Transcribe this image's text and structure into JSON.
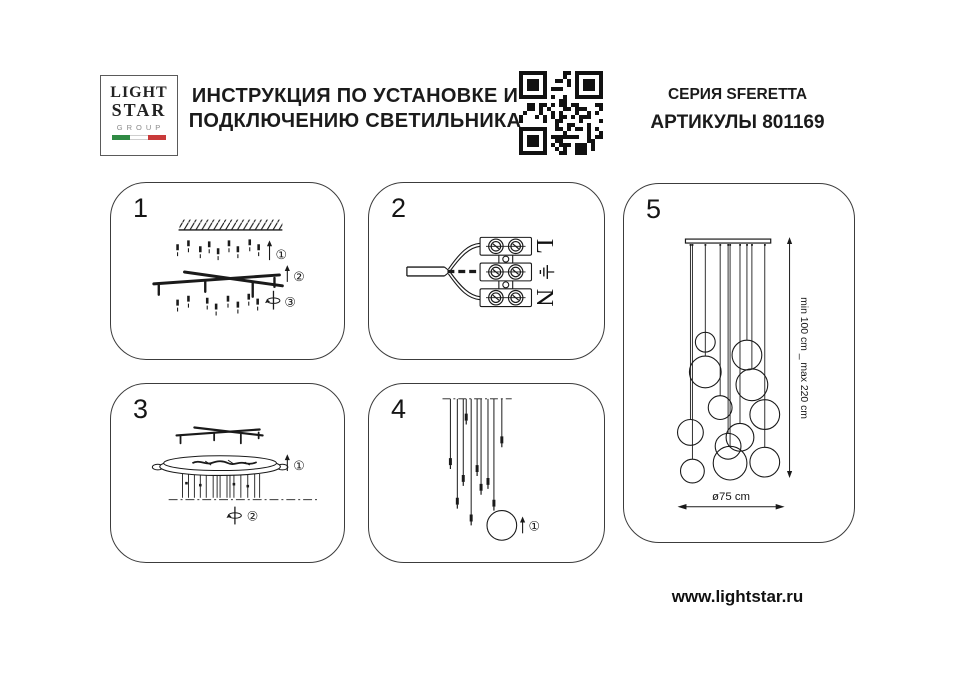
{
  "header": {
    "logo": {
      "line1": "LIGHT",
      "line2": "STAR",
      "line3": "GROUP"
    },
    "title_line1": "ИНСТРУКЦИЯ ПО УСТАНОВКЕ И",
    "title_line2": "ПОДКЛЮЧЕНИЮ СВЕТИЛЬНИКА",
    "series": "СЕРИЯ SFERETTA",
    "articles": "АРТИКУЛЫ 801169",
    "qr_icon": "qr-code"
  },
  "panels": {
    "p1": {
      "number": "1",
      "step1": "①",
      "step2": "②",
      "step3": "③"
    },
    "p2": {
      "number": "2",
      "line_label": "L",
      "neutral_label": "N",
      "ground_icon": "earth-ground-symbol"
    },
    "p3": {
      "number": "3",
      "step1": "①",
      "step2": "②"
    },
    "p4": {
      "number": "4",
      "step1": "①"
    },
    "p5": {
      "number": "5",
      "height_range": "min 100 cm _ max 220 cm",
      "diameter": "ø75 cm"
    }
  },
  "footer": {
    "website": "www.lightstar.ru"
  },
  "colors": {
    "ink": "#1c1c1c",
    "flag_green": "#2f8a44",
    "flag_red": "#c93a3a",
    "group_gray": "#8b8b8b"
  }
}
